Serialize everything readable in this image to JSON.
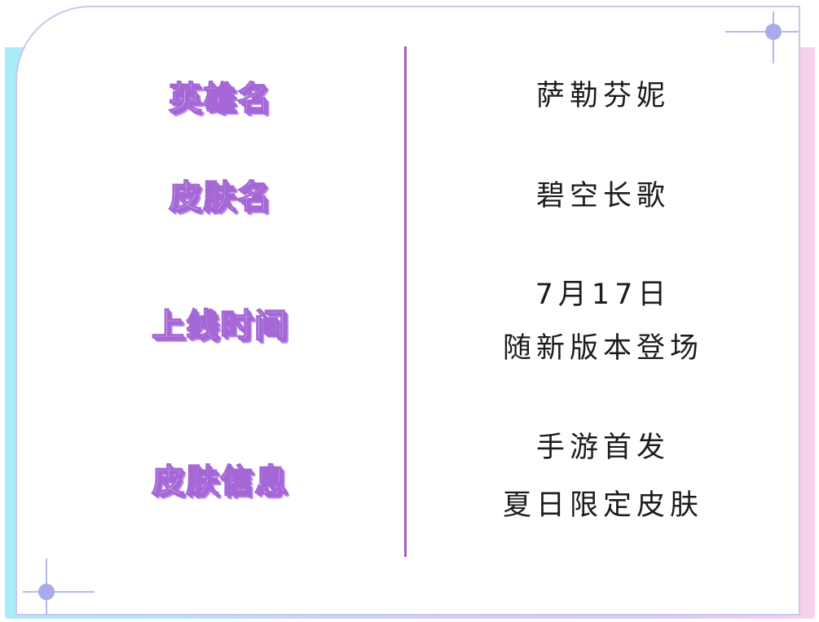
{
  "rows": [
    {
      "label": "英雄名",
      "value_lines": [
        "萨勒芬妮"
      ]
    },
    {
      "label": "皮肤名",
      "value_lines": [
        "碧空长歌"
      ]
    },
    {
      "label": "上线时间",
      "value_lines": [
        "7月17日",
        "随新版本登场"
      ]
    },
    {
      "label": "皮肤信息",
      "value_lines": [
        "手游首发",
        "夏日限定皮肤"
      ]
    }
  ],
  "colors": {
    "label_purple": "#a567d6",
    "divider_purple": "#9b5fc9",
    "card_border": "#c6c8ee",
    "sparkle": "#b7b9ec",
    "value_text": "#1c1c1c"
  },
  "icons": {
    "top_right": "sparkle-star-icon",
    "bottom_left": "sparkle-star-icon"
  }
}
